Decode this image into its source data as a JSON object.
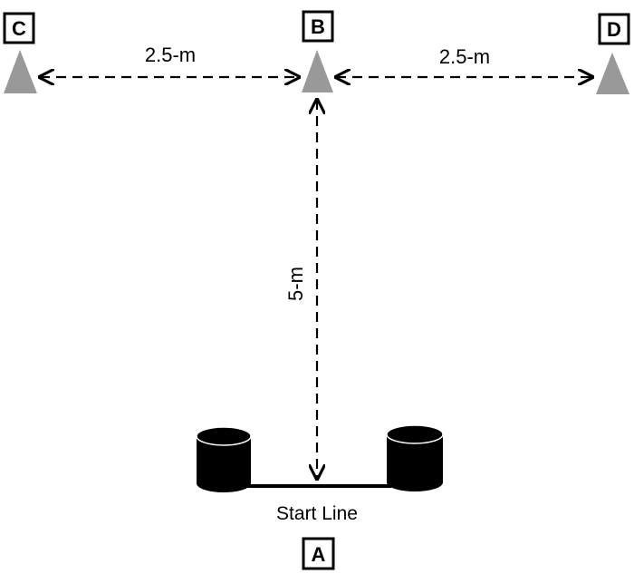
{
  "points": {
    "A": "A",
    "B": "B",
    "C": "C",
    "D": "D"
  },
  "distances": {
    "c_to_b": "2.5-m",
    "b_to_d": "2.5-m",
    "a_to_b": "5-m"
  },
  "start_line": "Start Line",
  "colors": {
    "cone": "#999999",
    "cylinder": "#000000",
    "line": "#000000"
  }
}
